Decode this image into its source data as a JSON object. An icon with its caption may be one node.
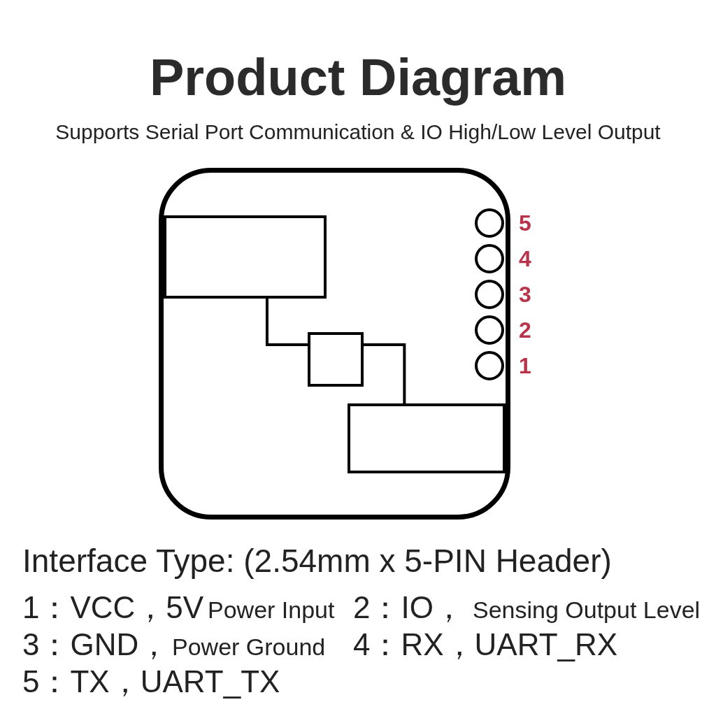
{
  "diagram": {
    "title": "Product Diagram",
    "nodes": [
      {
        "text": [],
        "shape": "box"
      },
      {
        "text": [],
        "shape": "box",
        "in": 0
      },
      {
        "text": [],
        "shape": "circle",
        "in": 0,
        "beside": [
          "5"
        ]
      },
      {
        "text": [],
        "shape": "circle",
        "in": 0,
        "beside": [
          "4"
        ]
      },
      {
        "text": [],
        "shape": "circle",
        "in": 0,
        "beside": [
          "3"
        ]
      },
      {
        "text": [],
        "shape": "circle",
        "in": 0,
        "beside": [
          "2"
        ]
      },
      {
        "text": [],
        "shape": "circle",
        "in": 0,
        "beside": [
          "1"
        ]
      },
      {
        "text": [],
        "shape": "box",
        "in": 0
      },
      {
        "text": [],
        "shape": "box",
        "in": 0
      }
    ],
    "edges": [
      {
        "from": 1,
        "to": 7,
        "arrow": "none"
      },
      {
        "from": 7,
        "to": 8,
        "arrow": "none"
      }
    ],
    "labels": [
      "Supports Serial Port Communication & IO High/Low Level Output",
      "Interface Type: (2.54mm x 5-PIN Header)",
      "1：VCC，5V",
      "Power Input",
      "2：IO，",
      "Sensing Output Level",
      "3：GND，",
      "Power Ground",
      "4：RX，UART_RX",
      "5：TX，UART_TX"
    ]
  }
}
